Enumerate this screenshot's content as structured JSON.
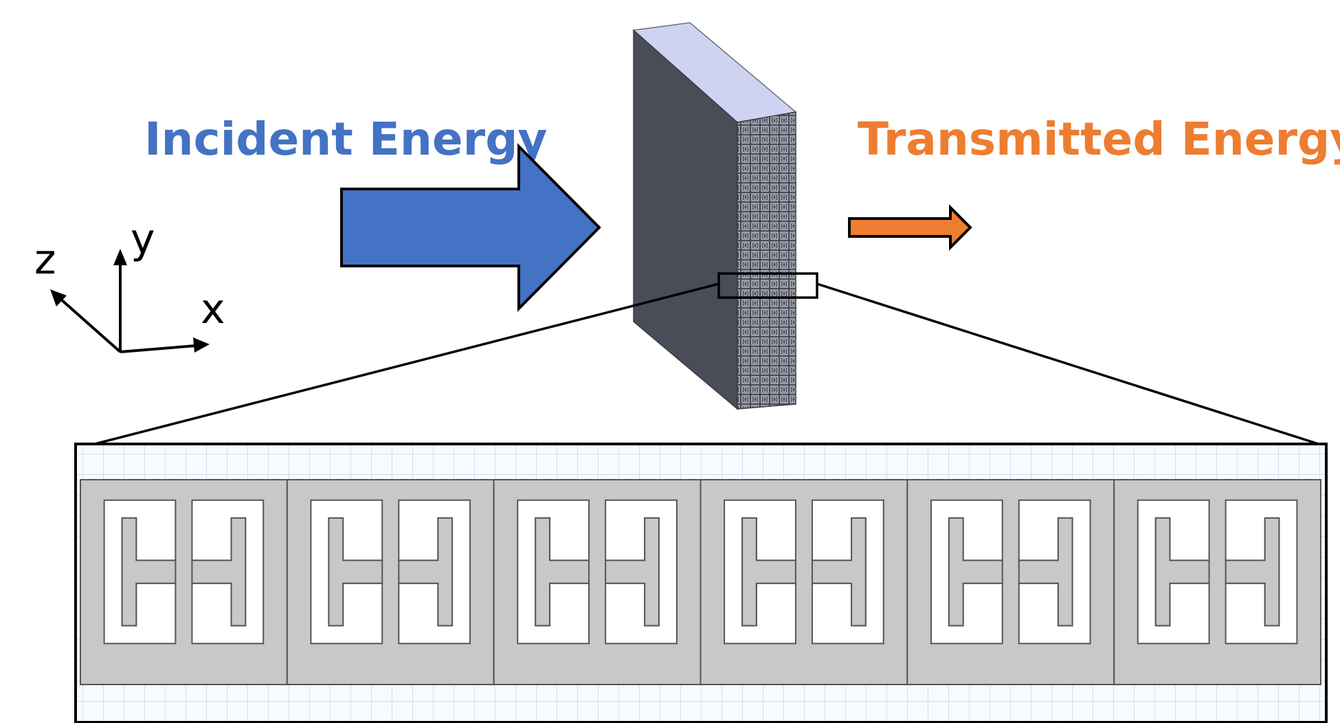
{
  "labels": {
    "incident": "Incident Energy",
    "transmitted": "Transmitted Energy"
  },
  "axes": {
    "x": "x",
    "y": "y",
    "z": "z"
  },
  "colors": {
    "incident": "#4472c4",
    "transmitted": "#ed7d31",
    "slab_front": "#4a4c57",
    "slab_top": "#cdd3f1",
    "unit_cell_fill": "#c8c8c8",
    "grid_line": "#c7d3e3",
    "outline": "#000000"
  },
  "unit_cell": {
    "count": 6,
    "resonators_per_cell": 2,
    "resonator_shape": "split-ring"
  }
}
